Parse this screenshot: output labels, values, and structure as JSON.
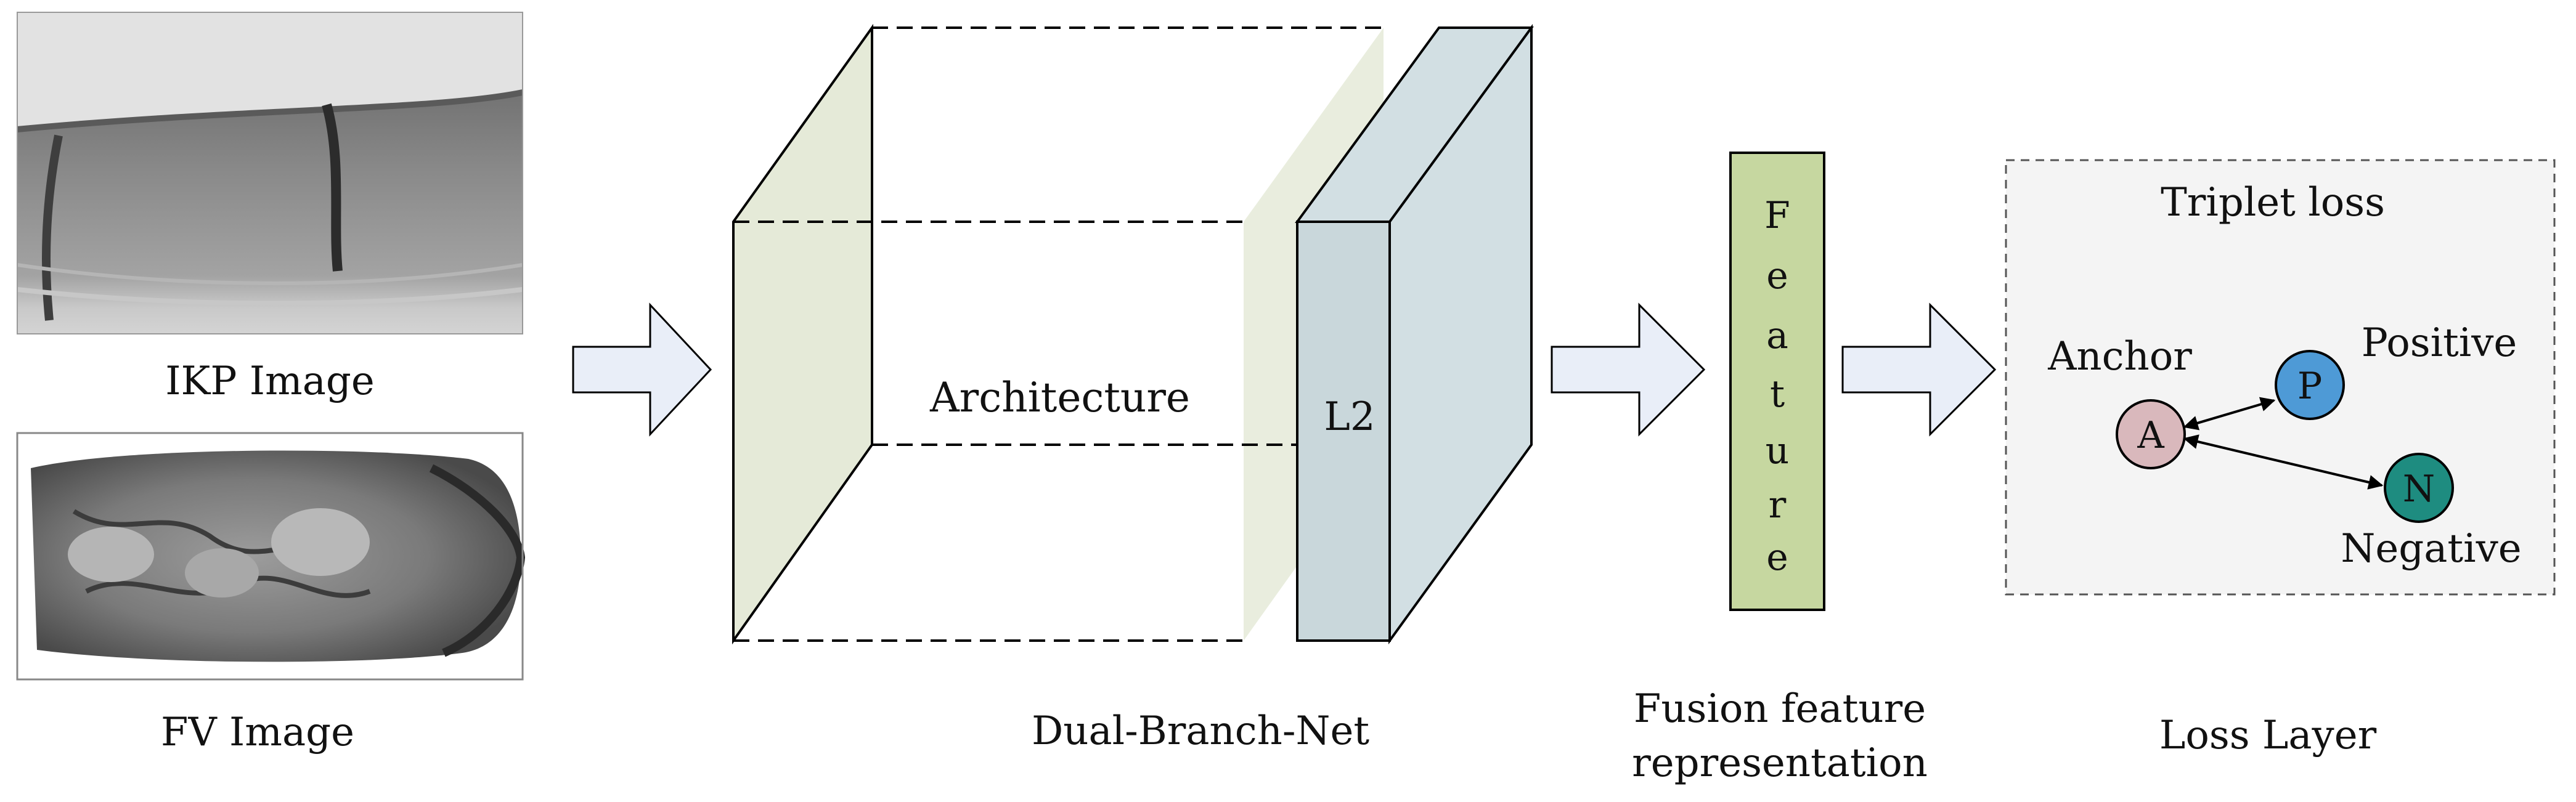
{
  "inputs": {
    "ikp_label": "IKP Image",
    "fv_label": "FV Image"
  },
  "network": {
    "architecture_label": "Architecture",
    "l2_label": "L2",
    "caption": "Dual-Branch-Net"
  },
  "feature": {
    "letters": [
      "F",
      "e",
      "a",
      "t",
      "u",
      "r",
      "e"
    ],
    "caption_line1": "Fusion feature",
    "caption_line2": "representation"
  },
  "loss": {
    "title": "Triplet loss",
    "anchor_label": "Anchor",
    "positive_label": "Positive",
    "negative_label": "Negative",
    "node_a": "A",
    "node_p": "P",
    "node_n": "N",
    "caption": "Loss Layer"
  },
  "colors": {
    "front_plane": "#e5ead8",
    "l2_block": "#d2dfe3",
    "feature_bar": "#c6d7a0",
    "arrow_fill": "#e9eef8",
    "loss_box": "#f4f4f4",
    "node_a": "#d9b8bc",
    "node_p": "#4e9ad6",
    "node_n": "#1e8c80"
  }
}
